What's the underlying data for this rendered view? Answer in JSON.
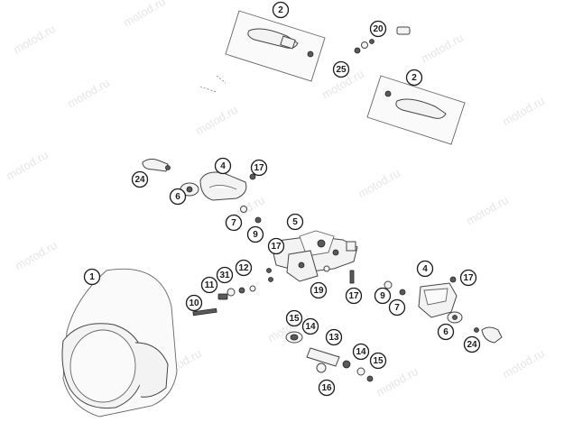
{
  "watermark": "motod.ru",
  "callouts": [
    "2",
    "20",
    "25",
    "2",
    "4",
    "17",
    "24",
    "6",
    "7",
    "9",
    "5",
    "17",
    "12",
    "31",
    "11",
    "19",
    "10",
    "17",
    "4",
    "17",
    "9",
    "7",
    "15",
    "14",
    "13",
    "6",
    "24",
    "14",
    "15",
    "16",
    "1"
  ]
}
